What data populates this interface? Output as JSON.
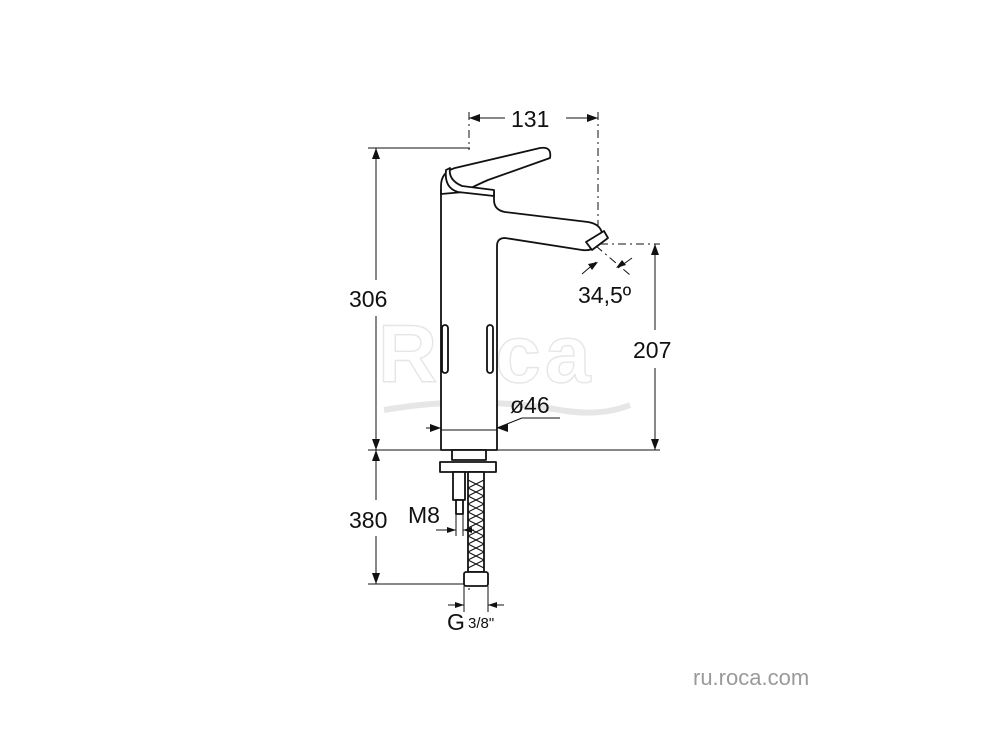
{
  "brand_watermark": "Roca",
  "website": "ru.roca.com",
  "dimensions": {
    "spout_reach": "131",
    "total_height": "306",
    "spout_height": "207",
    "spout_angle": "34,5º",
    "body_diameter": "ø46",
    "hose_length": "380",
    "stud_thread": "M8",
    "hose_connection_main": "G",
    "hose_connection_fraction": "3/8\""
  },
  "colors": {
    "line": "#111111",
    "background": "#ffffff",
    "watermark": "#e6e6e6",
    "website_text": "#9a9a9a"
  }
}
